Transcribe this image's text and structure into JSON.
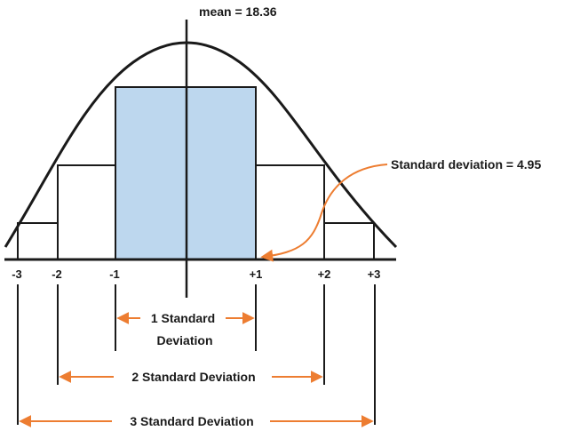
{
  "mean_label": "mean = 18.36",
  "sd_label": "Standard deviation = 4.95",
  "ticks": [
    "-3",
    "-2",
    "-1",
    "+1",
    "+2",
    "+3"
  ],
  "spans": {
    "one_a": "1 Standard",
    "one_b": "Deviation",
    "two": "2 Standard Deviation",
    "three": "3 Standard Deviation"
  },
  "colors": {
    "fill": "#bdd7ee",
    "arrow": "#ed7d31",
    "line": "#1a1a1a"
  }
}
